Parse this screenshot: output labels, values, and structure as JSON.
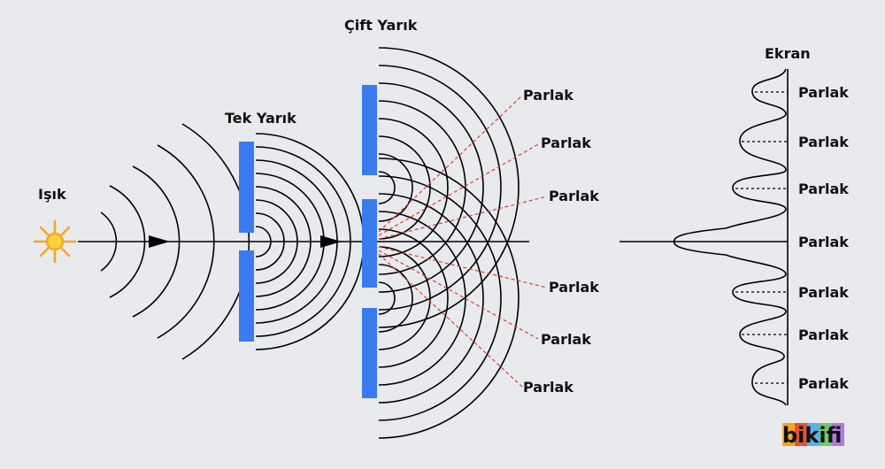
{
  "labels": {
    "source": "Işık",
    "single_slit": "Tek Yarık",
    "double_slit": "Çift Yarık",
    "screen": "Ekran"
  },
  "bright_label": "Parlak",
  "brand": {
    "name": "bikifi",
    "stripe_colors": [
      "#f5a623",
      "#e0533a",
      "#5ab0e8",
      "#6ccb6c",
      "#b07be0"
    ]
  },
  "colors": {
    "background": "#e8eaed",
    "slit_barrier": "#3b7bf0",
    "rays": "#e03a3a",
    "sun": "#f5a623",
    "sun_core": "#ffd23c"
  }
}
